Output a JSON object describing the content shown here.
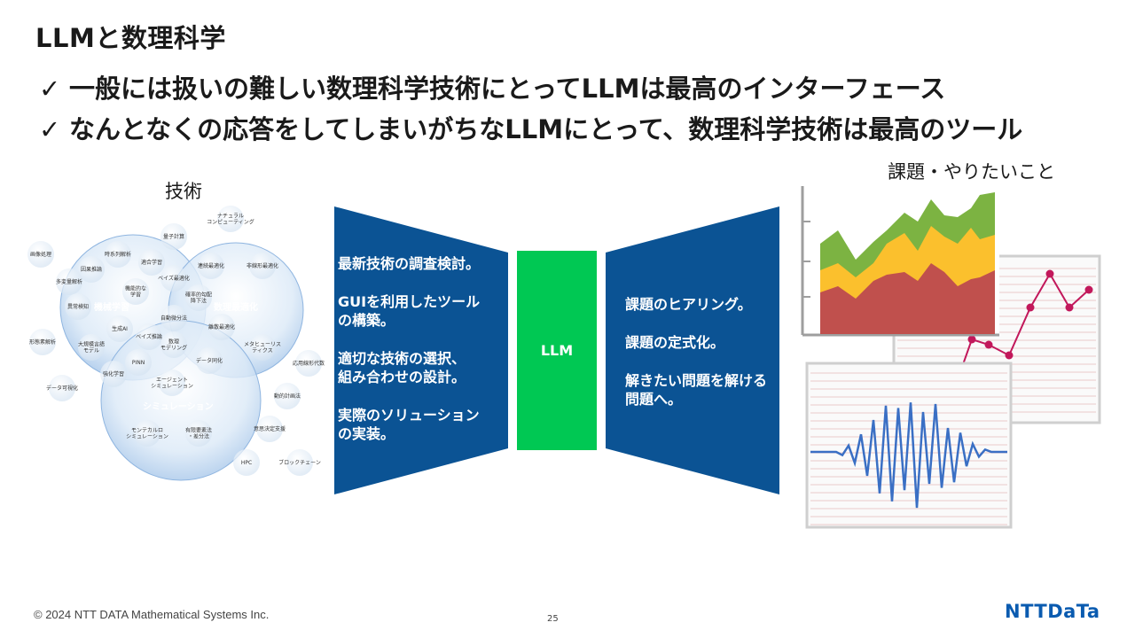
{
  "title": "LLMと数理科学",
  "bullets": [
    "一般には扱いの難しい数理科学技術にとってLLMは最高のインターフェース",
    "なんとなくの応答をしてしまいがちなLLMにとって、数理科学技術は最高のツール"
  ],
  "check_glyph": "✓",
  "tech_label": "技術",
  "issues_label": "課題・やりたいこと",
  "venn": {
    "circles": [
      "機械学習",
      "数理最適化",
      "シミュレーション"
    ],
    "items": [
      "画像処理",
      "時系列解析",
      "量子計算",
      "ナチュラル\nコンピューティング",
      "因果推論",
      "適合学習",
      "多変量解析",
      "連続最適化",
      "非線形最適化",
      "ベイズ最適化",
      "機能的な\n学習",
      "確率的勾配\n降下法",
      "異常検知",
      "自動微分法",
      "離散最適化",
      "生成AI",
      "ベイズ推論",
      "数理\nモデリング",
      "形態素解析",
      "大規模言語\nモデル",
      "メタヒューリス\nティクス",
      "応用線形代数",
      "PINN",
      "データ同化",
      "強化学習",
      "エージェント\nシミュレーション",
      "データ可視化",
      "動的計画法",
      "モンテカルロ\nシミュレーション",
      "有限要素法\n・差分法",
      "意思決定支援",
      "HPC",
      "ブロックチェーン"
    ]
  },
  "left_panel": [
    "最新技術の調査検討。",
    "GUIを利用したツール\nの構築。",
    "適切な技術の選択、\n組み合わせの設計。",
    "実際のソリューション\nの実装。"
  ],
  "center_label": "LLM",
  "right_panel": [
    "課題のヒアリング。",
    "課題の定式化。",
    "解きたい問題を解ける\n問題へ。"
  ],
  "footer": {
    "copyright": "© 2024 NTT DATA Mathematical Systems Inc.",
    "page": "25",
    "logo": "NTTDaTa"
  },
  "colors": {
    "panel_blue": "#0b5394",
    "llm_green": "#00c853",
    "area_green": "#7cb342",
    "area_yellow": "#fbc02d",
    "area_red": "#c0504d",
    "line_pink": "#c2185b",
    "wave_blue": "#3a6fc4"
  }
}
